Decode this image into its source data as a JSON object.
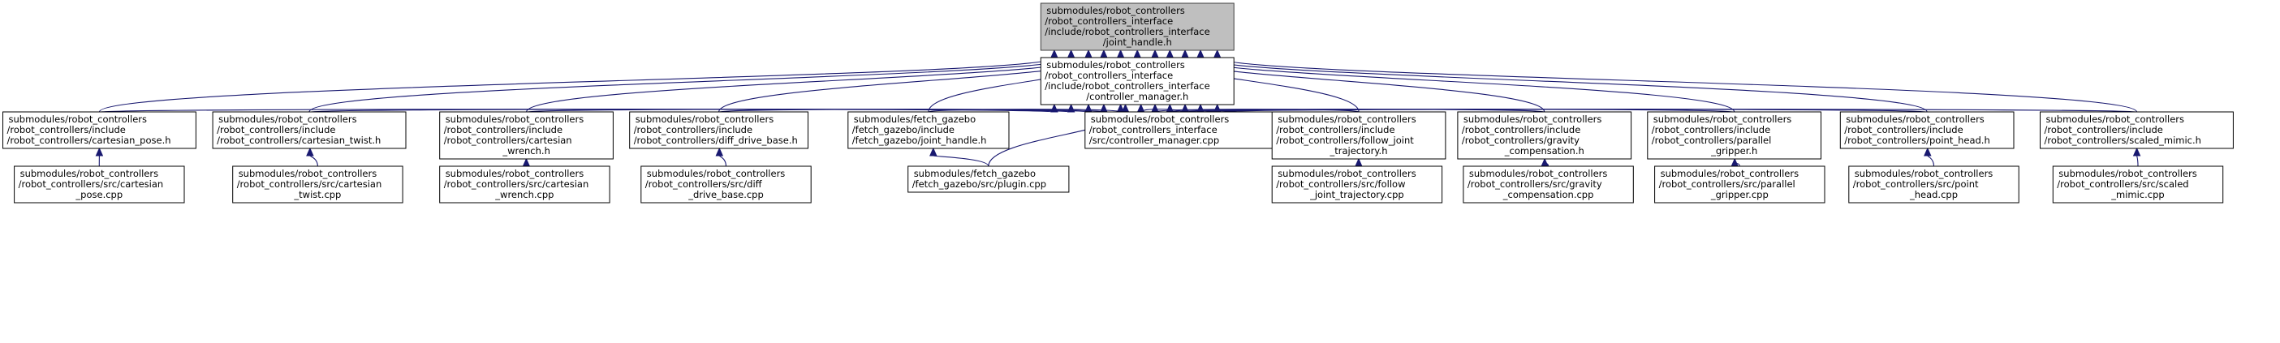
{
  "graph": {
    "colors": {
      "edge": "#191970",
      "root_fill": "#bfbfbf",
      "root_stroke": "#404040",
      "node_fill": "#ffffff",
      "node_stroke": "#000000"
    },
    "nodes": [
      {
        "id": "joint_handle_h",
        "kind": "root",
        "lines": [
          "submodules/robot_controllers",
          "/robot_controllers_interface",
          "/include/robot_controllers_interface",
          "/joint_handle.h"
        ]
      },
      {
        "id": "controller_manager_h",
        "kind": "node",
        "lines": [
          "submodules/robot_controllers",
          "/robot_controllers_interface",
          "/include/robot_controllers_interface",
          "/controller_manager.h"
        ]
      },
      {
        "id": "cartesian_pose_h",
        "kind": "node",
        "lines": [
          "submodules/robot_controllers",
          "/robot_controllers/include",
          "/robot_controllers/cartesian_pose.h"
        ]
      },
      {
        "id": "cartesian_twist_h",
        "kind": "node",
        "lines": [
          "submodules/robot_controllers",
          "/robot_controllers/include",
          "/robot_controllers/cartesian_twist.h"
        ]
      },
      {
        "id": "cartesian_wrench_h",
        "kind": "node",
        "lines": [
          "submodules/robot_controllers",
          "/robot_controllers/include",
          "/robot_controllers/cartesian",
          "_wrench.h"
        ]
      },
      {
        "id": "diff_drive_base_h",
        "kind": "node",
        "lines": [
          "submodules/robot_controllers",
          "/robot_controllers/include",
          "/robot_controllers/diff_drive_base.h"
        ]
      },
      {
        "id": "fetch_joint_handle_h",
        "kind": "node",
        "lines": [
          "submodules/fetch_gazebo",
          "/fetch_gazebo/include",
          "/fetch_gazebo/joint_handle.h"
        ]
      },
      {
        "id": "controller_manager_cpp",
        "kind": "node",
        "lines": [
          "submodules/robot_controllers",
          "/robot_controllers_interface",
          "/src/controller_manager.cpp"
        ]
      },
      {
        "id": "follow_joint_trajectory_h",
        "kind": "node",
        "lines": [
          "submodules/robot_controllers",
          "/robot_controllers/include",
          "/robot_controllers/follow_joint",
          "_trajectory.h"
        ]
      },
      {
        "id": "gravity_compensation_h",
        "kind": "node",
        "lines": [
          "submodules/robot_controllers",
          "/robot_controllers/include",
          "/robot_controllers/gravity",
          "_compensation.h"
        ]
      },
      {
        "id": "parallel_gripper_h",
        "kind": "node",
        "lines": [
          "submodules/robot_controllers",
          "/robot_controllers/include",
          "/robot_controllers/parallel",
          "_gripper.h"
        ]
      },
      {
        "id": "point_head_h",
        "kind": "node",
        "lines": [
          "submodules/robot_controllers",
          "/robot_controllers/include",
          "/robot_controllers/point_head.h"
        ]
      },
      {
        "id": "scaled_mimic_h",
        "kind": "node",
        "lines": [
          "submodules/robot_controllers",
          "/robot_controllers/include",
          "/robot_controllers/scaled_mimic.h"
        ]
      },
      {
        "id": "cartesian_pose_cpp",
        "kind": "node",
        "lines": [
          "submodules/robot_controllers",
          "/robot_controllers/src/cartesian",
          "_pose.cpp"
        ]
      },
      {
        "id": "cartesian_twist_cpp",
        "kind": "node",
        "lines": [
          "submodules/robot_controllers",
          "/robot_controllers/src/cartesian",
          "_twist.cpp"
        ]
      },
      {
        "id": "cartesian_wrench_cpp",
        "kind": "node",
        "lines": [
          "submodules/robot_controllers",
          "/robot_controllers/src/cartesian",
          "_wrench.cpp"
        ]
      },
      {
        "id": "diff_drive_base_cpp",
        "kind": "node",
        "lines": [
          "submodules/robot_controllers",
          "/robot_controllers/src/diff",
          "_drive_base.cpp"
        ]
      },
      {
        "id": "plugin_cpp",
        "kind": "node",
        "lines": [
          "submodules/fetch_gazebo",
          "/fetch_gazebo/src/plugin.cpp"
        ]
      },
      {
        "id": "follow_joint_trajectory_cpp",
        "kind": "node",
        "lines": [
          "submodules/robot_controllers",
          "/robot_controllers/src/follow",
          "_joint_trajectory.cpp"
        ]
      },
      {
        "id": "gravity_compensation_cpp",
        "kind": "node",
        "lines": [
          "submodules/robot_controllers",
          "/robot_controllers/src/gravity",
          "_compensation.cpp"
        ]
      },
      {
        "id": "parallel_gripper_cpp",
        "kind": "node",
        "lines": [
          "submodules/robot_controllers",
          "/robot_controllers/src/parallel",
          "_gripper.cpp"
        ]
      },
      {
        "id": "point_head_cpp",
        "kind": "node",
        "lines": [
          "submodules/robot_controllers",
          "/robot_controllers/src/point",
          "_head.cpp"
        ]
      },
      {
        "id": "scaled_mimic_cpp",
        "kind": "node",
        "lines": [
          "submodules/robot_controllers",
          "/robot_controllers/src/scaled",
          "_mimic.cpp"
        ]
      }
    ],
    "edges": [
      {
        "from": "controller_manager_h",
        "to": "joint_handle_h"
      },
      {
        "from": "cartesian_pose_h",
        "to": "joint_handle_h"
      },
      {
        "from": "cartesian_twist_h",
        "to": "joint_handle_h"
      },
      {
        "from": "cartesian_wrench_h",
        "to": "joint_handle_h"
      },
      {
        "from": "diff_drive_base_h",
        "to": "joint_handle_h"
      },
      {
        "from": "fetch_joint_handle_h",
        "to": "joint_handle_h"
      },
      {
        "from": "follow_joint_trajectory_h",
        "to": "joint_handle_h"
      },
      {
        "from": "gravity_compensation_h",
        "to": "joint_handle_h"
      },
      {
        "from": "parallel_gripper_h",
        "to": "joint_handle_h"
      },
      {
        "from": "point_head_h",
        "to": "joint_handle_h"
      },
      {
        "from": "scaled_mimic_h",
        "to": "joint_handle_h"
      },
      {
        "from": "cartesian_pose_h",
        "to": "controller_manager_h"
      },
      {
        "from": "cartesian_twist_h",
        "to": "controller_manager_h"
      },
      {
        "from": "cartesian_wrench_h",
        "to": "controller_manager_h"
      },
      {
        "from": "diff_drive_base_h",
        "to": "controller_manager_h"
      },
      {
        "from": "fetch_joint_handle_h",
        "to": "controller_manager_h"
      },
      {
        "from": "plugin_cpp",
        "to": "controller_manager_h"
      },
      {
        "from": "controller_manager_cpp",
        "to": "controller_manager_h"
      },
      {
        "from": "follow_joint_trajectory_h",
        "to": "controller_manager_h"
      },
      {
        "from": "gravity_compensation_h",
        "to": "controller_manager_h"
      },
      {
        "from": "parallel_gripper_h",
        "to": "controller_manager_h"
      },
      {
        "from": "point_head_h",
        "to": "controller_manager_h"
      },
      {
        "from": "scaled_mimic_h",
        "to": "controller_manager_h"
      },
      {
        "from": "cartesian_pose_cpp",
        "to": "cartesian_pose_h"
      },
      {
        "from": "cartesian_twist_cpp",
        "to": "cartesian_twist_h"
      },
      {
        "from": "cartesian_wrench_cpp",
        "to": "cartesian_wrench_h"
      },
      {
        "from": "diff_drive_base_cpp",
        "to": "diff_drive_base_h"
      },
      {
        "from": "plugin_cpp",
        "to": "fetch_joint_handle_h"
      },
      {
        "from": "follow_joint_trajectory_cpp",
        "to": "follow_joint_trajectory_h"
      },
      {
        "from": "gravity_compensation_cpp",
        "to": "gravity_compensation_h"
      },
      {
        "from": "parallel_gripper_cpp",
        "to": "parallel_gripper_h"
      },
      {
        "from": "point_head_cpp",
        "to": "point_head_h"
      },
      {
        "from": "scaled_mimic_cpp",
        "to": "scaled_mimic_h"
      }
    ]
  }
}
